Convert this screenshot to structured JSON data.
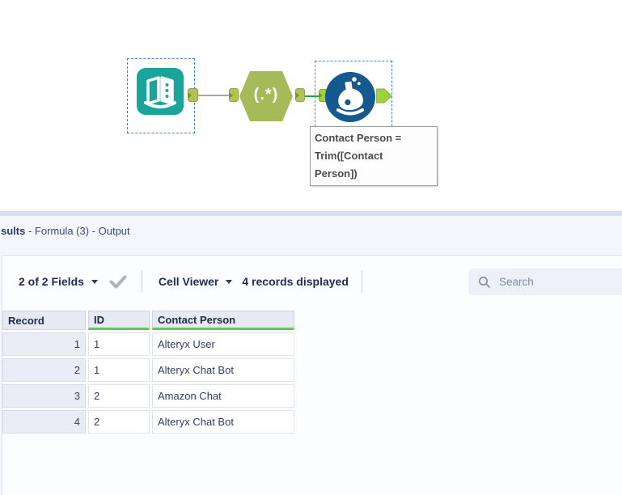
{
  "colors": {
    "input_tool": "#1BA49B",
    "regex_tool": "#A5BA58",
    "formula_tool": "#15598E",
    "anchor_olive": "#B0C356",
    "anchor_lime": "#9ED23C",
    "wire_gray": "#A6A6A6",
    "wire_green": "#1FA04A",
    "selection_blue": "#3E86E0",
    "field_highlight_green": "#57D04A"
  },
  "canvas": {
    "regex_label": "(.*)",
    "annotation": {
      "lines": [
        "Contact Person =",
        "Trim([Contact",
        "Person])"
      ]
    }
  },
  "results": {
    "title_bold": "sults",
    "title_rest": " - Formula (3) - Output",
    "toolbar": {
      "fields_label": "2 of 2 Fields",
      "cell_viewer_label": "Cell Viewer",
      "records_label": "4 records displayed",
      "search_placeholder": "Search"
    },
    "table": {
      "columns": [
        "Record",
        "ID",
        "Contact Person"
      ],
      "rows": [
        [
          "1",
          "1",
          "Alteryx User"
        ],
        [
          "2",
          "1",
          "Alteryx Chat Bot"
        ],
        [
          "3",
          "2",
          "Amazon Chat"
        ],
        [
          "4",
          "2",
          "Alteryx Chat Bot"
        ]
      ]
    }
  }
}
